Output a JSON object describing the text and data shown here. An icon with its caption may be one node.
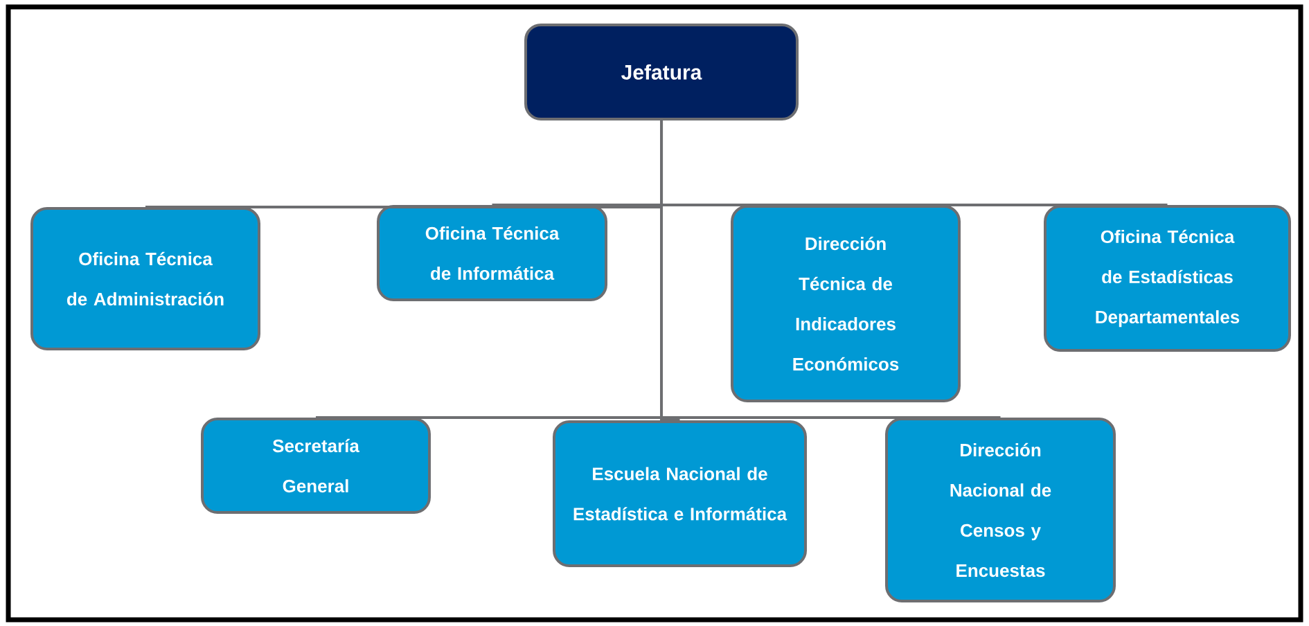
{
  "diagram": {
    "nodes": [
      {
        "text": [
          "Jefatura"
        ]
      },
      {
        "text": [
          "Oficina Técnica de Administración"
        ]
      },
      {
        "text": [
          "Secretaría General"
        ]
      },
      {
        "text": [
          "Oficina Técnica de Informática"
        ]
      },
      {
        "text": [
          "Escuela Nacional de Estadística e Informática"
        ]
      },
      {
        "text": [
          "Dirección Técnica de Indicadores Económicos"
        ]
      },
      {
        "text": [
          "Dirección Nacional de Censos y Encuestas"
        ]
      },
      {
        "text": [
          "Oficina Técnica de Estadísticas Departamentales"
        ]
      }
    ],
    "edges": [
      {
        "from": 0,
        "to": 1,
        "arrow": "none"
      },
      {
        "from": 0,
        "to": 2,
        "arrow": "none"
      },
      {
        "from": 0,
        "to": 3,
        "arrow": "none"
      },
      {
        "from": 0,
        "to": 4,
        "arrow": "none"
      },
      {
        "from": 0,
        "to": 5,
        "arrow": "none"
      },
      {
        "from": 0,
        "to": 6,
        "arrow": "none"
      },
      {
        "from": 0,
        "to": 7,
        "arrow": "none"
      }
    ]
  }
}
